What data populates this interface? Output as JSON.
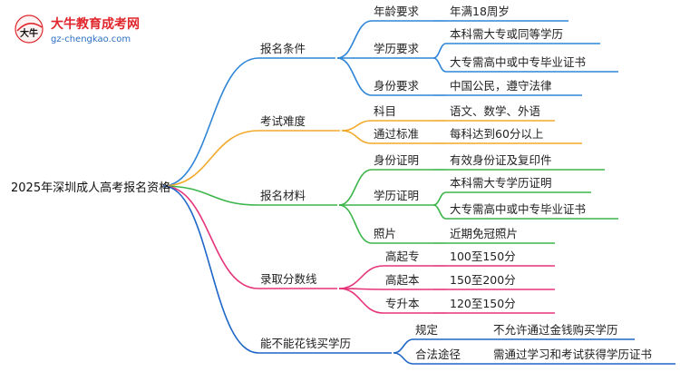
{
  "logo": {
    "title": "大牛教育成考网",
    "url": "gz-chengkao.com",
    "emblem": "大牛"
  },
  "root": "2025年深圳成人高考报名资格",
  "colors": {
    "blue": "#2f86d7",
    "orange": "#f2a92a",
    "green": "#3cb54a",
    "pink": "#e6337a",
    "darkblue": "#1e66c8"
  },
  "branches": [
    {
      "label": "报名条件",
      "color": "blue",
      "children": [
        {
          "label": "年龄要求",
          "children": [
            "年满18周岁"
          ]
        },
        {
          "label": "学历要求",
          "children": [
            "本科需大专或同等学历",
            "大专需高中或中专毕业证书"
          ]
        },
        {
          "label": "身份要求",
          "children": [
            "中国公民，遵守法律"
          ]
        }
      ]
    },
    {
      "label": "考试难度",
      "color": "orange",
      "children": [
        {
          "label": "科目",
          "children": [
            "语文、数学、外语"
          ]
        },
        {
          "label": "通过标准",
          "children": [
            "每科达到60分以上"
          ]
        }
      ]
    },
    {
      "label": "报名材料",
      "color": "green",
      "children": [
        {
          "label": "身份证明",
          "children": [
            "有效身份证及复印件"
          ]
        },
        {
          "label": "学历证明",
          "children": [
            "本科需大专学历证明",
            "大专需高中或中专毕业证书"
          ]
        },
        {
          "label": "照片",
          "children": [
            "近期免冠照片"
          ]
        }
      ]
    },
    {
      "label": "录取分数线",
      "color": "pink",
      "children": [
        {
          "label": "高起专",
          "children": [
            "100至150分"
          ]
        },
        {
          "label": "高起本",
          "children": [
            "150至200分"
          ]
        },
        {
          "label": "专升本",
          "children": [
            "120至150分"
          ]
        }
      ]
    },
    {
      "label": "能不能花钱买学历",
      "color": "darkblue",
      "children": [
        {
          "label": "规定",
          "children": [
            "不允许通过金钱购买学历"
          ]
        },
        {
          "label": "合法途径",
          "children": [
            "需通过学习和考试获得学历证书"
          ]
        }
      ]
    }
  ]
}
